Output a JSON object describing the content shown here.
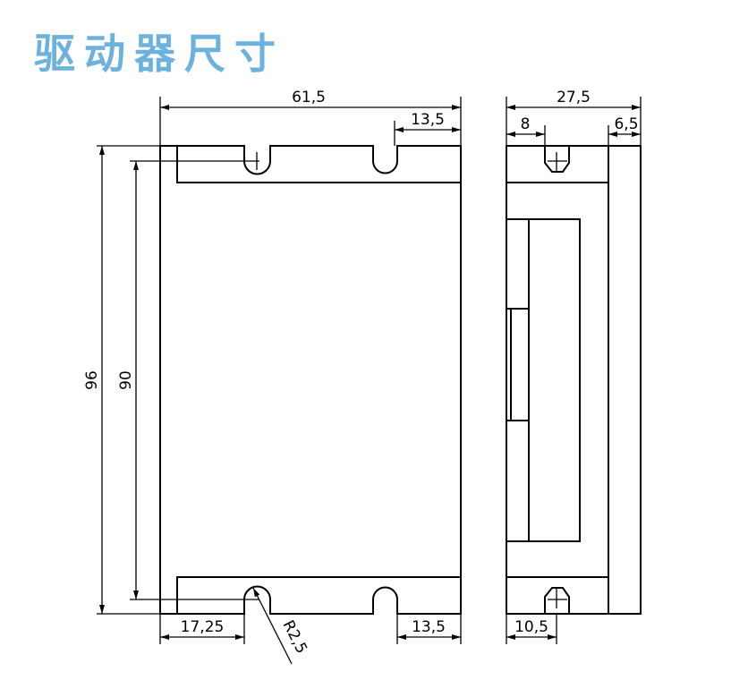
{
  "title": "驱动器尺寸",
  "front_view": {
    "width_total": "61,5",
    "top_right_offset": "13,5",
    "height_total": "96",
    "hole_spacing": "90",
    "bottom_left_offset": "17,25",
    "radius": "R2,5",
    "bottom_right_offset": "13,5"
  },
  "side_view": {
    "depth_total": "27,5",
    "top_left_offset": "8",
    "top_right_offset": "6,5",
    "bottom_left_offset": "10,5"
  },
  "colors": {
    "title": "#6cb2dc",
    "lines": "#000000"
  }
}
